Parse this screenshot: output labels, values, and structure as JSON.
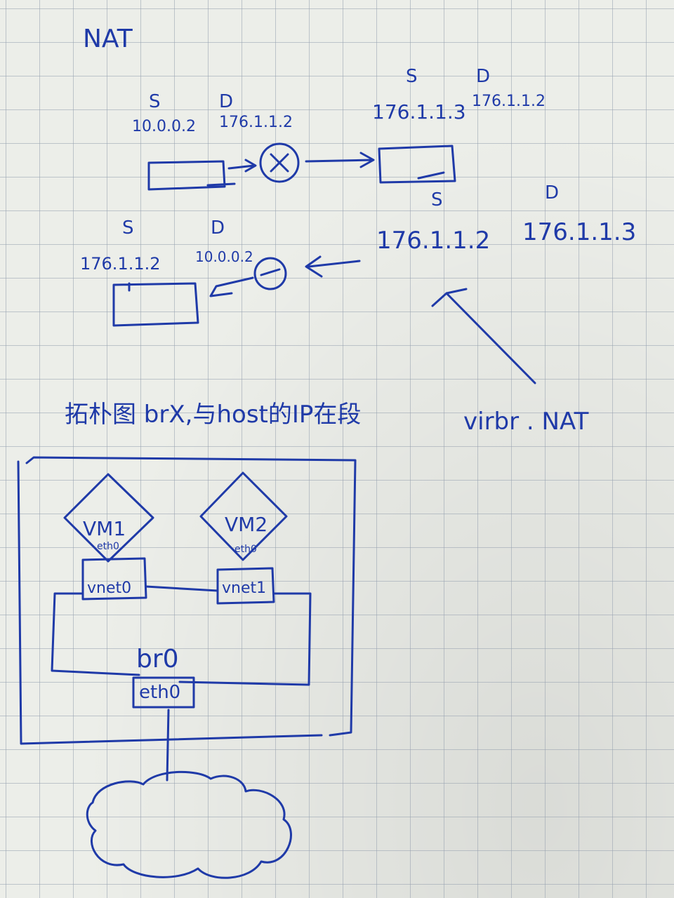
{
  "title": "NAT",
  "nat_outbound": {
    "src_label": "S",
    "dst_label": "D",
    "src_ip": "10.0.0.2",
    "dst_ip": "176.1.1.2",
    "translated_src_label": "S",
    "translated_dst_label": "D",
    "translated_src_ip": "176.1.1.3",
    "translated_dst_ip": "176.1.1.2"
  },
  "nat_return": {
    "reply_src_label": "S",
    "reply_dst_label": "D",
    "reply_src_ip": "176.1.1.2",
    "reply_dst_ip": "176.1.1.3",
    "final_src_label": "S",
    "final_dst_label": "D",
    "final_src_ip": "176.1.1.2",
    "final_dst_ip": "10.0.0.2"
  },
  "virbr_note": "virbr . NAT",
  "topology_heading": "拓朴图 brX,与host的IP在段",
  "topology": {
    "vm1_label": "VM1",
    "vm1_nic": "eth0",
    "vm1_port": "vnet0",
    "vm2_label": "VM2",
    "vm2_nic": "eth0",
    "vm2_port": "vnet1",
    "bridge_label": "br0",
    "host_nic": "eth0"
  }
}
